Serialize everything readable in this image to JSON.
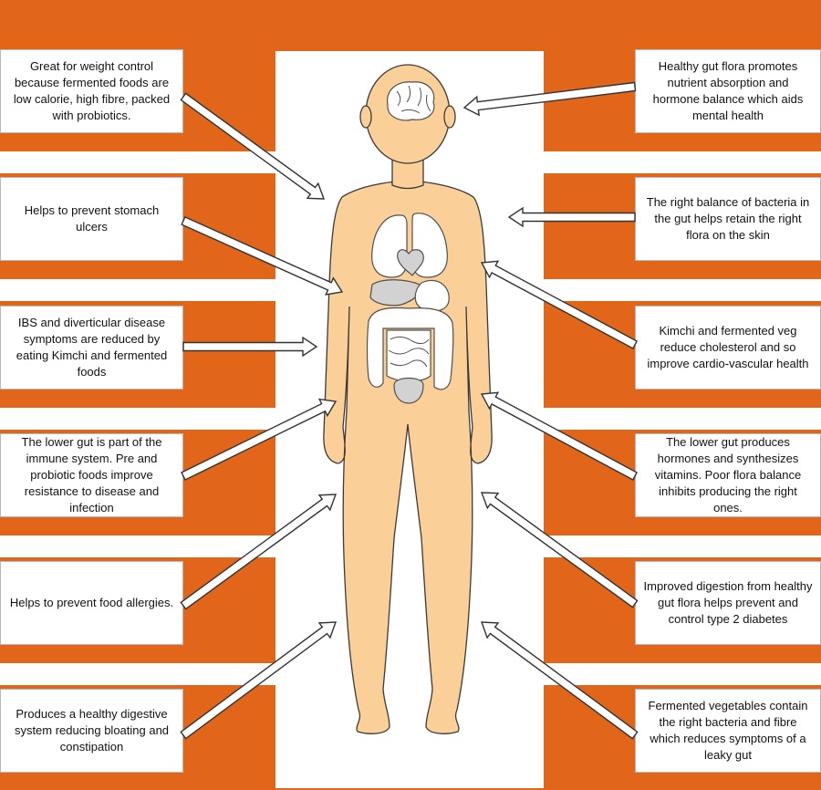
{
  "colors": {
    "orange": "#e2661a",
    "stripe": "#ffffff",
    "panel": "#ffffff",
    "skin": "#fbcf98",
    "skin_outline": "#3a3a3a",
    "organ_fill": "#d2d2d2",
    "organ_outline": "#505050",
    "arrow_fill": "#ffffff",
    "arrow_outline": "#333333"
  },
  "callouts": {
    "left": [
      {
        "id": "weight-control",
        "text": "Great for weight control because fermented foods are low calorie, high fibre, packed with probiotics."
      },
      {
        "id": "stomach-ulcers",
        "text": "Helps to prevent stomach ulcers"
      },
      {
        "id": "ibs",
        "text": "IBS and diverticular disease symptoms are reduced by eating Kimchi and fermented foods"
      },
      {
        "id": "immune-system",
        "text": "The lower gut is part of the immune system.  Pre and probiotic foods improve resistance to disease and infection"
      },
      {
        "id": "food-allergies",
        "text": "Helps to prevent food allergies."
      },
      {
        "id": "digestive-system",
        "text": "Produces a healthy digestive system reducing bloating and constipation"
      }
    ],
    "right": [
      {
        "id": "mental-health",
        "text": "Healthy gut flora promotes nutrient absorption and hormone balance which aids mental health"
      },
      {
        "id": "skin-flora",
        "text": "The right balance of bacteria in the gut helps retain the right flora on the skin"
      },
      {
        "id": "cardio",
        "text": "Kimchi and fermented veg reduce cholesterol and so improve cardio-vascular health"
      },
      {
        "id": "hormones-vitamins",
        "text": "The lower gut produces hormones and synthesizes vitamins. Poor flora balance inhibits producing the right ones."
      },
      {
        "id": "diabetes",
        "text": "Improved digestion from healthy gut flora helps prevent and control type 2 diabetes"
      },
      {
        "id": "leaky-gut",
        "text": "Fermented vegetables contain the right bacteria and fibre which reduces symptoms of a leaky gut"
      }
    ]
  }
}
